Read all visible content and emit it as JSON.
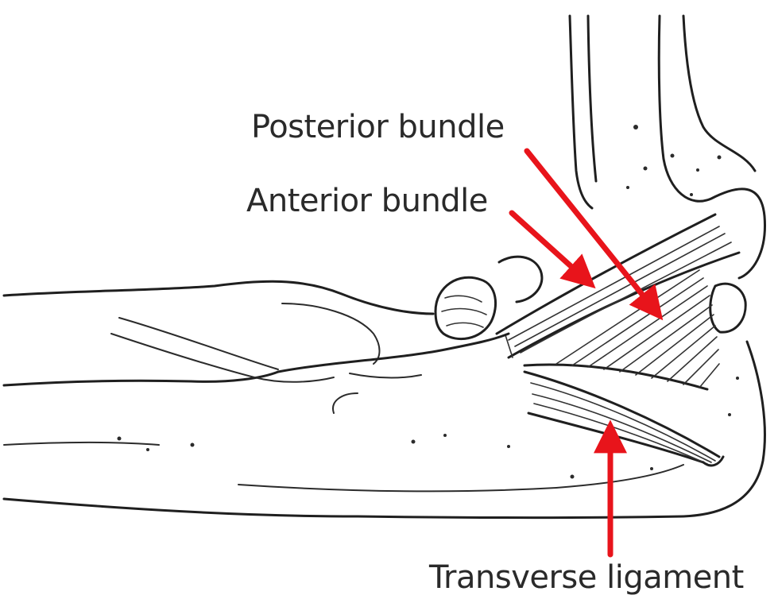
{
  "labels": {
    "posterior": "Posterior bundle",
    "anterior": "Anterior bundle",
    "transverse": "Transverse ligament"
  },
  "colors": {
    "arrow": "#e8141b",
    "ink": "#1f1f1f",
    "background": "#ffffff"
  }
}
